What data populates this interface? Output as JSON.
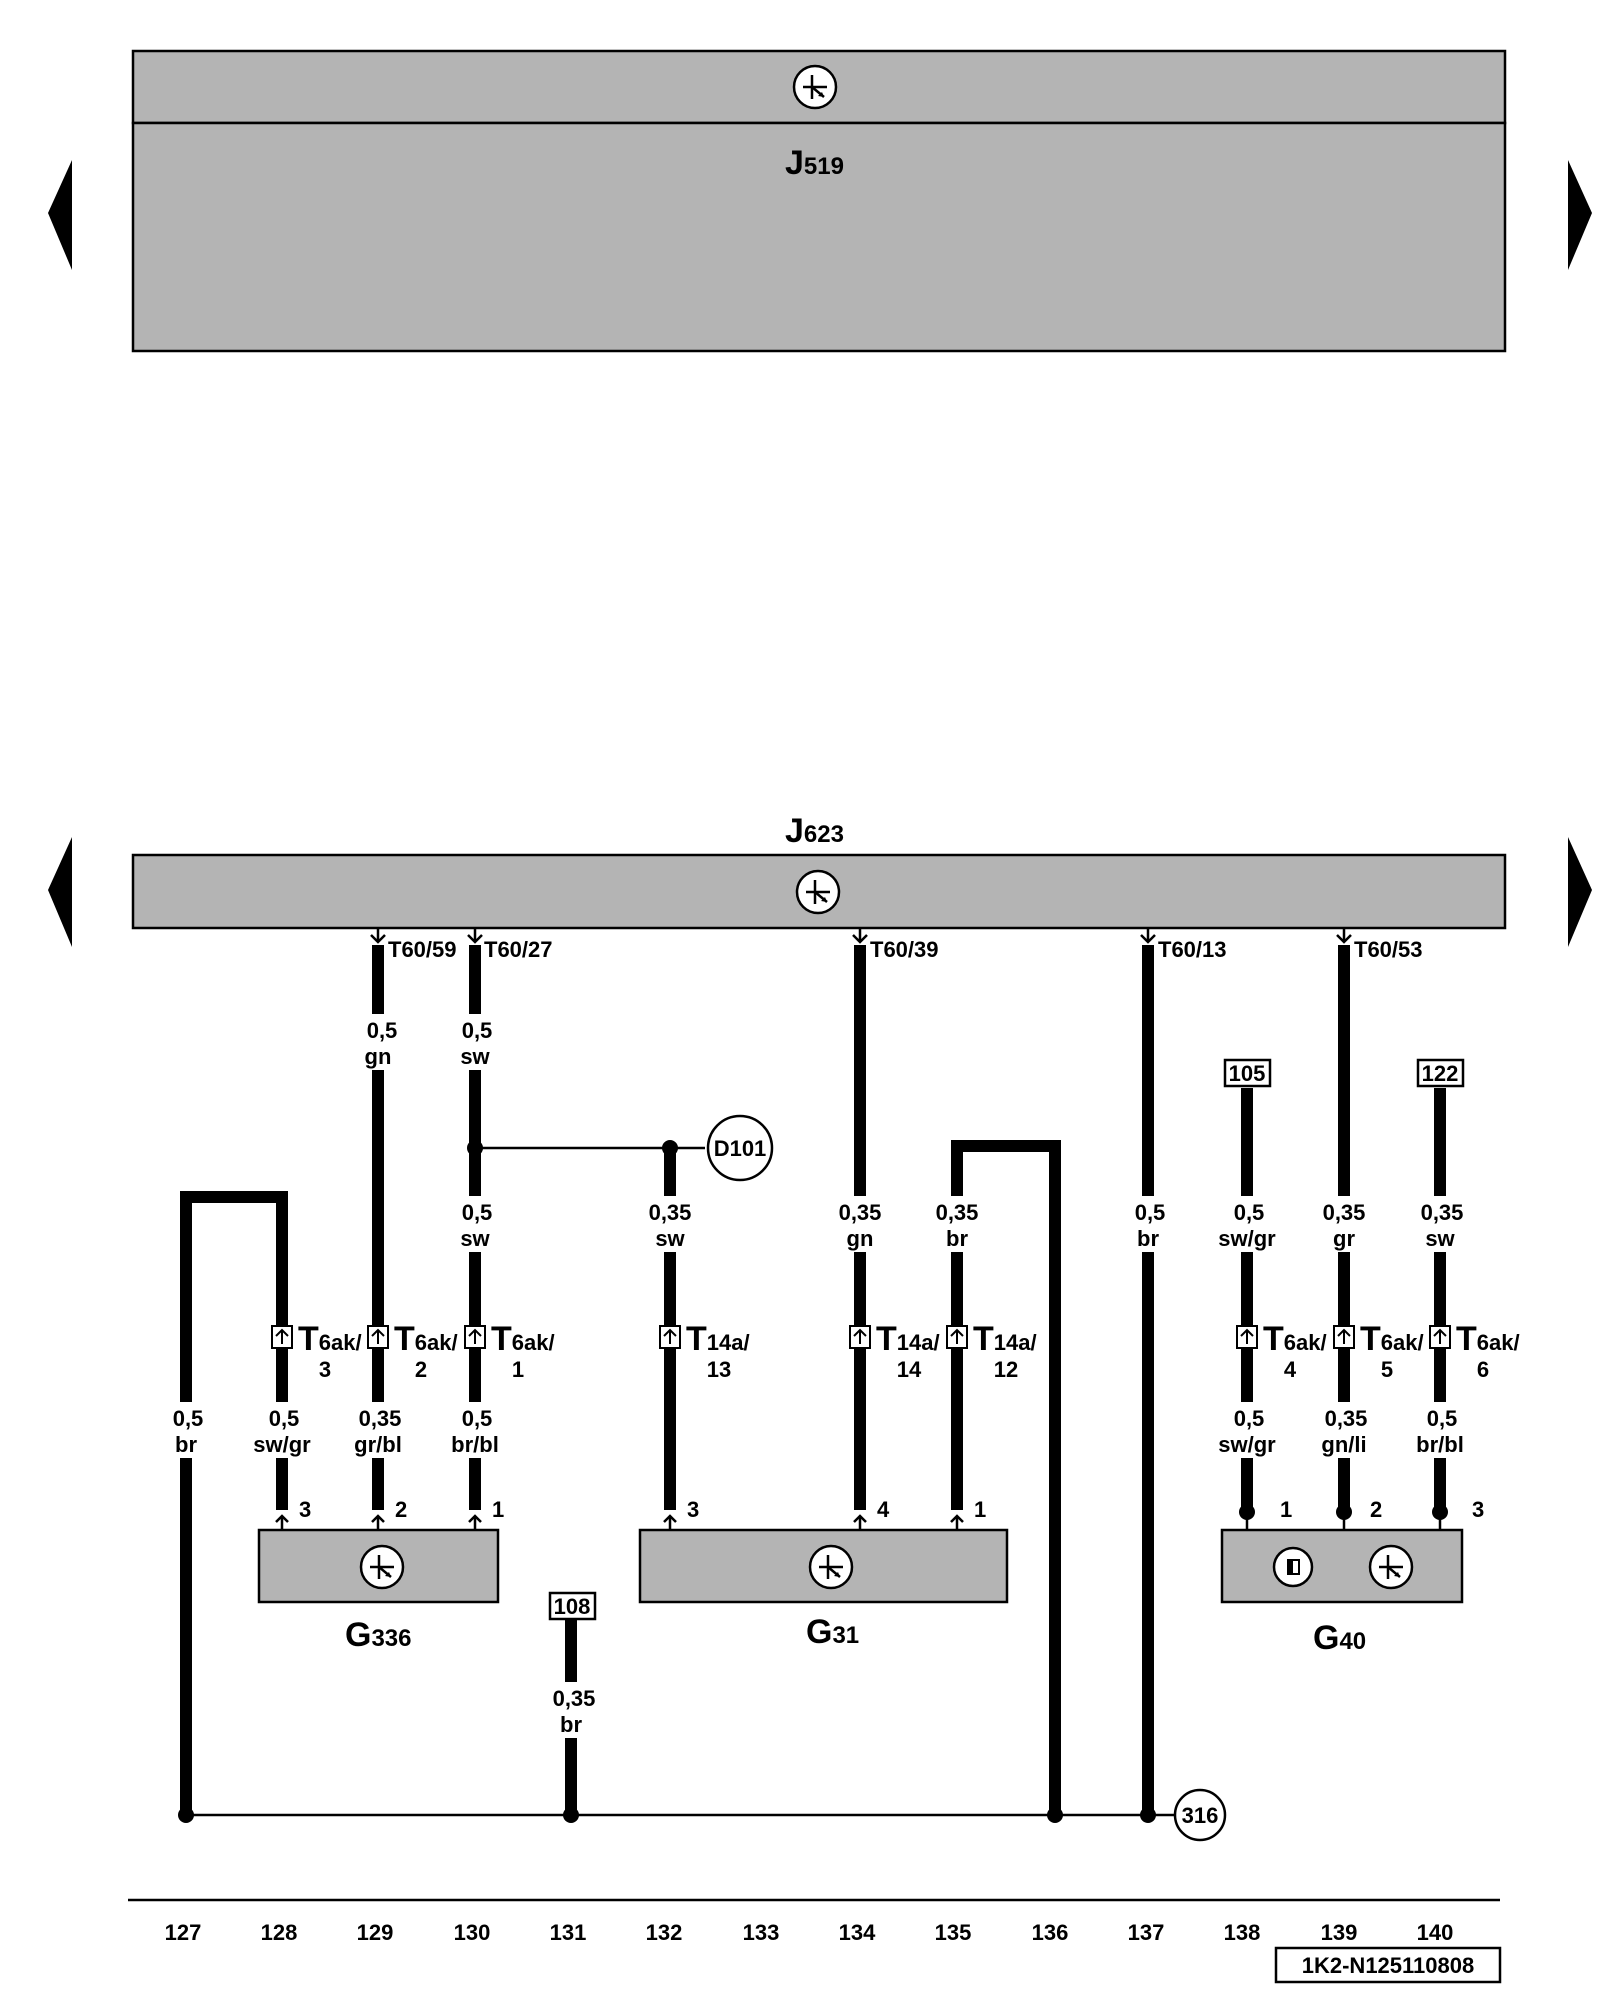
{
  "components": {
    "J519": {
      "letter": "J",
      "num": "519"
    },
    "J623": {
      "letter": "J",
      "num": "623"
    },
    "G336": {
      "letter": "G",
      "num": "336"
    },
    "G31": {
      "letter": "G",
      "num": "31"
    },
    "G40": {
      "letter": "G",
      "num": "40"
    }
  },
  "pins": {
    "t59": "T60/59",
    "t27": "T60/27",
    "t39": "T60/39",
    "t13": "T60/13",
    "t53": "T60/53"
  },
  "wires": {
    "w129a": {
      "g": "0,5",
      "c": "gn"
    },
    "w130a": {
      "g": "0,5",
      "c": "sw"
    },
    "w130b": {
      "g": "0,5",
      "c": "sw"
    },
    "w132": {
      "g": "0,35",
      "c": "sw"
    },
    "w134": {
      "g": "0,35",
      "c": "gn"
    },
    "w135": {
      "g": "0,35",
      "c": "br"
    },
    "w137": {
      "g": "0,5",
      "c": "br"
    },
    "w138a": {
      "g": "0,5",
      "c": "sw/gr"
    },
    "w139a": {
      "g": "0,35",
      "c": "gr"
    },
    "w140a": {
      "g": "0,35",
      "c": "sw"
    },
    "w127": {
      "g": "0,5",
      "c": "br"
    },
    "w128": {
      "g": "0,5",
      "c": "sw/gr"
    },
    "w129b": {
      "g": "0,35",
      "c": "gr/bl"
    },
    "w130c": {
      "g": "0,5",
      "c": "br/bl"
    },
    "w138b": {
      "g": "0,5",
      "c": "sw/gr"
    },
    "w139b": {
      "g": "0,35",
      "c": "gn/li"
    },
    "w140b": {
      "g": "0,5",
      "c": "br/bl"
    },
    "w131": {
      "g": "0,35",
      "c": "br"
    }
  },
  "connectors": {
    "c1": {
      "big": "T",
      "sub": "6ak/",
      "pin": "3"
    },
    "c2": {
      "big": "T",
      "sub": "6ak/",
      "pin": "2"
    },
    "c3": {
      "big": "T",
      "sub": "6ak/",
      "pin": "1"
    },
    "c4": {
      "big": "T",
      "sub": "14a/",
      "pin": "13"
    },
    "c5": {
      "big": "T",
      "sub": "14a/",
      "pin": "14"
    },
    "c6": {
      "big": "T",
      "sub": "14a/",
      "pin": "12"
    },
    "c7": {
      "big": "T",
      "sub": "6ak/",
      "pin": "4"
    },
    "c8": {
      "big": "T",
      "sub": "6ak/",
      "pin": "5"
    },
    "c9": {
      "big": "T",
      "sub": "6ak/",
      "pin": "6"
    }
  },
  "terminal_pins": {
    "p128": "3",
    "p129": "2",
    "p130": "1",
    "p132": "3",
    "p134": "4",
    "p135": "1",
    "p138": "1",
    "p139": "2",
    "p140": "3"
  },
  "refs": {
    "r105": "105",
    "r122": "122",
    "r108": "108"
  },
  "circles": {
    "d101": "D101",
    "g316": "316"
  },
  "tracks": [
    "127",
    "128",
    "129",
    "130",
    "131",
    "132",
    "133",
    "134",
    "135",
    "136",
    "137",
    "138",
    "139",
    "140"
  ],
  "doc_id": "1K2-N125110808"
}
